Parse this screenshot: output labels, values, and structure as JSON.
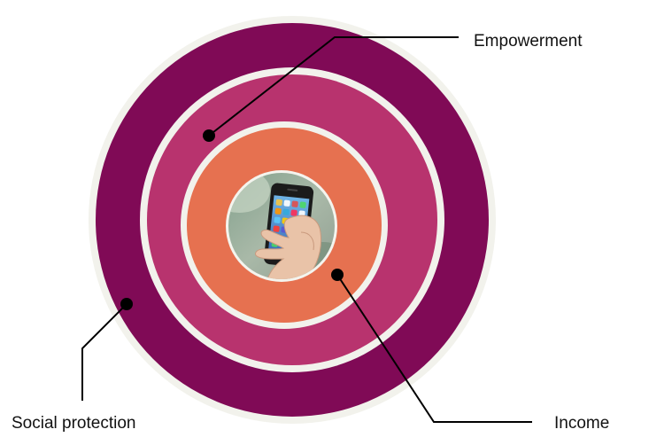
{
  "labels": {
    "outer": "Empowerment",
    "left": "Social protection",
    "inner": "Income"
  },
  "colors": {
    "outer_ring": "#800a56",
    "middle_ring": "#b8336e",
    "inner_ring": "#e67150",
    "ring_gap": "#f2f2ec",
    "line": "#000000"
  },
  "center_image": {
    "icon": "smartphone-in-hand-icon"
  }
}
